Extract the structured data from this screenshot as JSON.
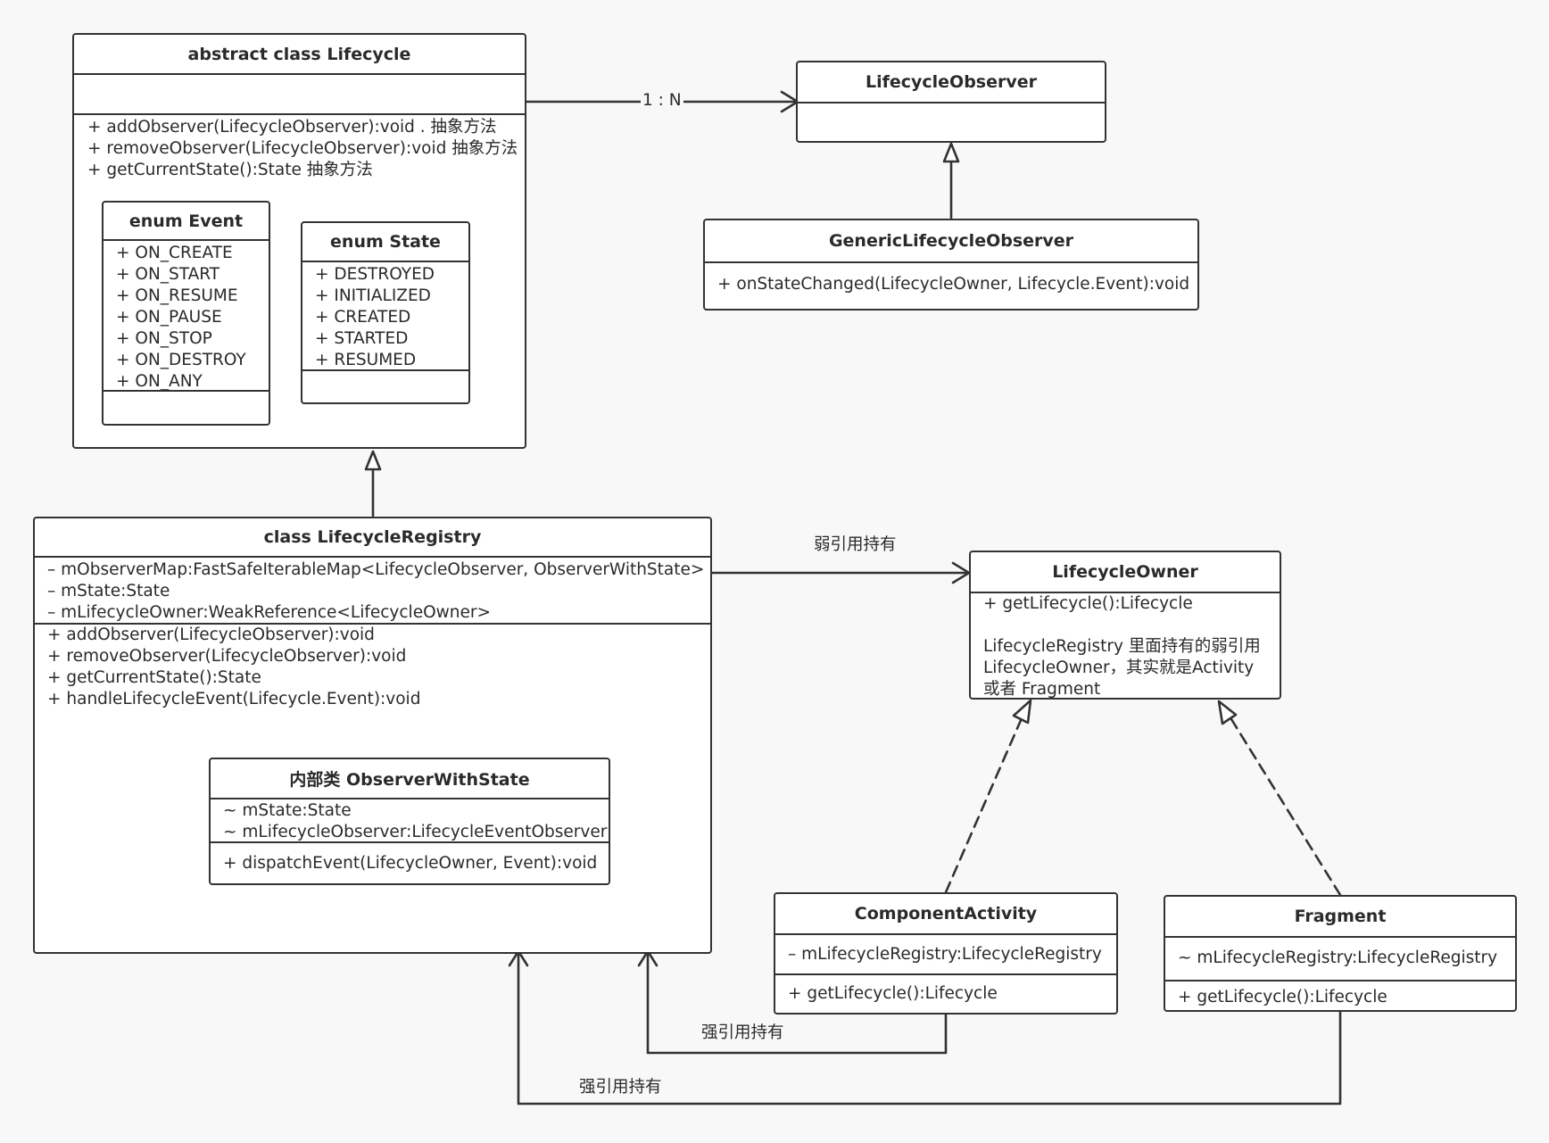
{
  "lifecycle": {
    "title": "abstract class Lifecycle",
    "methods": [
      "+ addObserver(LifecycleObserver):void .  抽象方法",
      "+ removeObserver(LifecycleObserver):void  抽象方法",
      "+ getCurrentState():State  抽象方法"
    ]
  },
  "event": {
    "title": "enum Event",
    "items": [
      "+ ON_CREATE",
      "+ ON_START",
      "+ ON_RESUME",
      "+ ON_PAUSE",
      "+ ON_STOP",
      "+ ON_DESTROY",
      "+ ON_ANY"
    ]
  },
  "state": {
    "title": "enum State",
    "items": [
      "+ DESTROYED",
      "+ INITIALIZED",
      "+ CREATED",
      "+ STARTED",
      "+ RESUMED"
    ]
  },
  "observer": {
    "title": "LifecycleObserver"
  },
  "generic": {
    "title": "GenericLifecycleObserver",
    "methods": [
      "+ onStateChanged(LifecycleOwner, Lifecycle.Event):void"
    ]
  },
  "registry": {
    "title": "class LifecycleRegistry",
    "fields": [
      "– mObserverMap:FastSafeIterableMap<LifecycleObserver, ObserverWithState>",
      "– mState:State",
      "– mLifecycleOwner:WeakReference<LifecycleOwner>"
    ],
    "methods": [
      "+ addObserver(LifecycleObserver):void",
      "+ removeObserver(LifecycleObserver):void",
      "+ getCurrentState():State",
      "+ handleLifecycleEvent(Lifecycle.Event):void"
    ]
  },
  "inner": {
    "title": "内部类 ObserverWithState",
    "fields": [
      "~ mState:State",
      "~ mLifecycleObserver:LifecycleEventObserver"
    ],
    "methods": [
      "+ dispatchEvent(LifecycleOwner, Event):void"
    ]
  },
  "owner": {
    "title": "LifecycleOwner",
    "lines": [
      "+ getLifecycle():Lifecycle",
      "",
      "LifecycleRegistry 里面持有的弱引用",
      "LifecycleOwner，其实就是Activity",
      "或者 Fragment"
    ]
  },
  "component": {
    "title": "ComponentActivity",
    "fields": [
      "– mLifecycleRegistry:LifecycleRegistry"
    ],
    "methods": [
      "+ getLifecycle():Lifecycle"
    ]
  },
  "fragment": {
    "title": "Fragment",
    "fields": [
      "~ mLifecycleRegistry:LifecycleRegistry"
    ],
    "methods": [
      "+ getLifecycle():Lifecycle"
    ]
  },
  "labels": {
    "multiplicity": "1 : N",
    "weak_ref": "弱引用持有",
    "strong_ref_1": "强引用持有",
    "strong_ref_2": "强引用持有"
  },
  "colors": {
    "line": "#333333",
    "background": "#f8f8f8",
    "box": "#ffffff"
  }
}
